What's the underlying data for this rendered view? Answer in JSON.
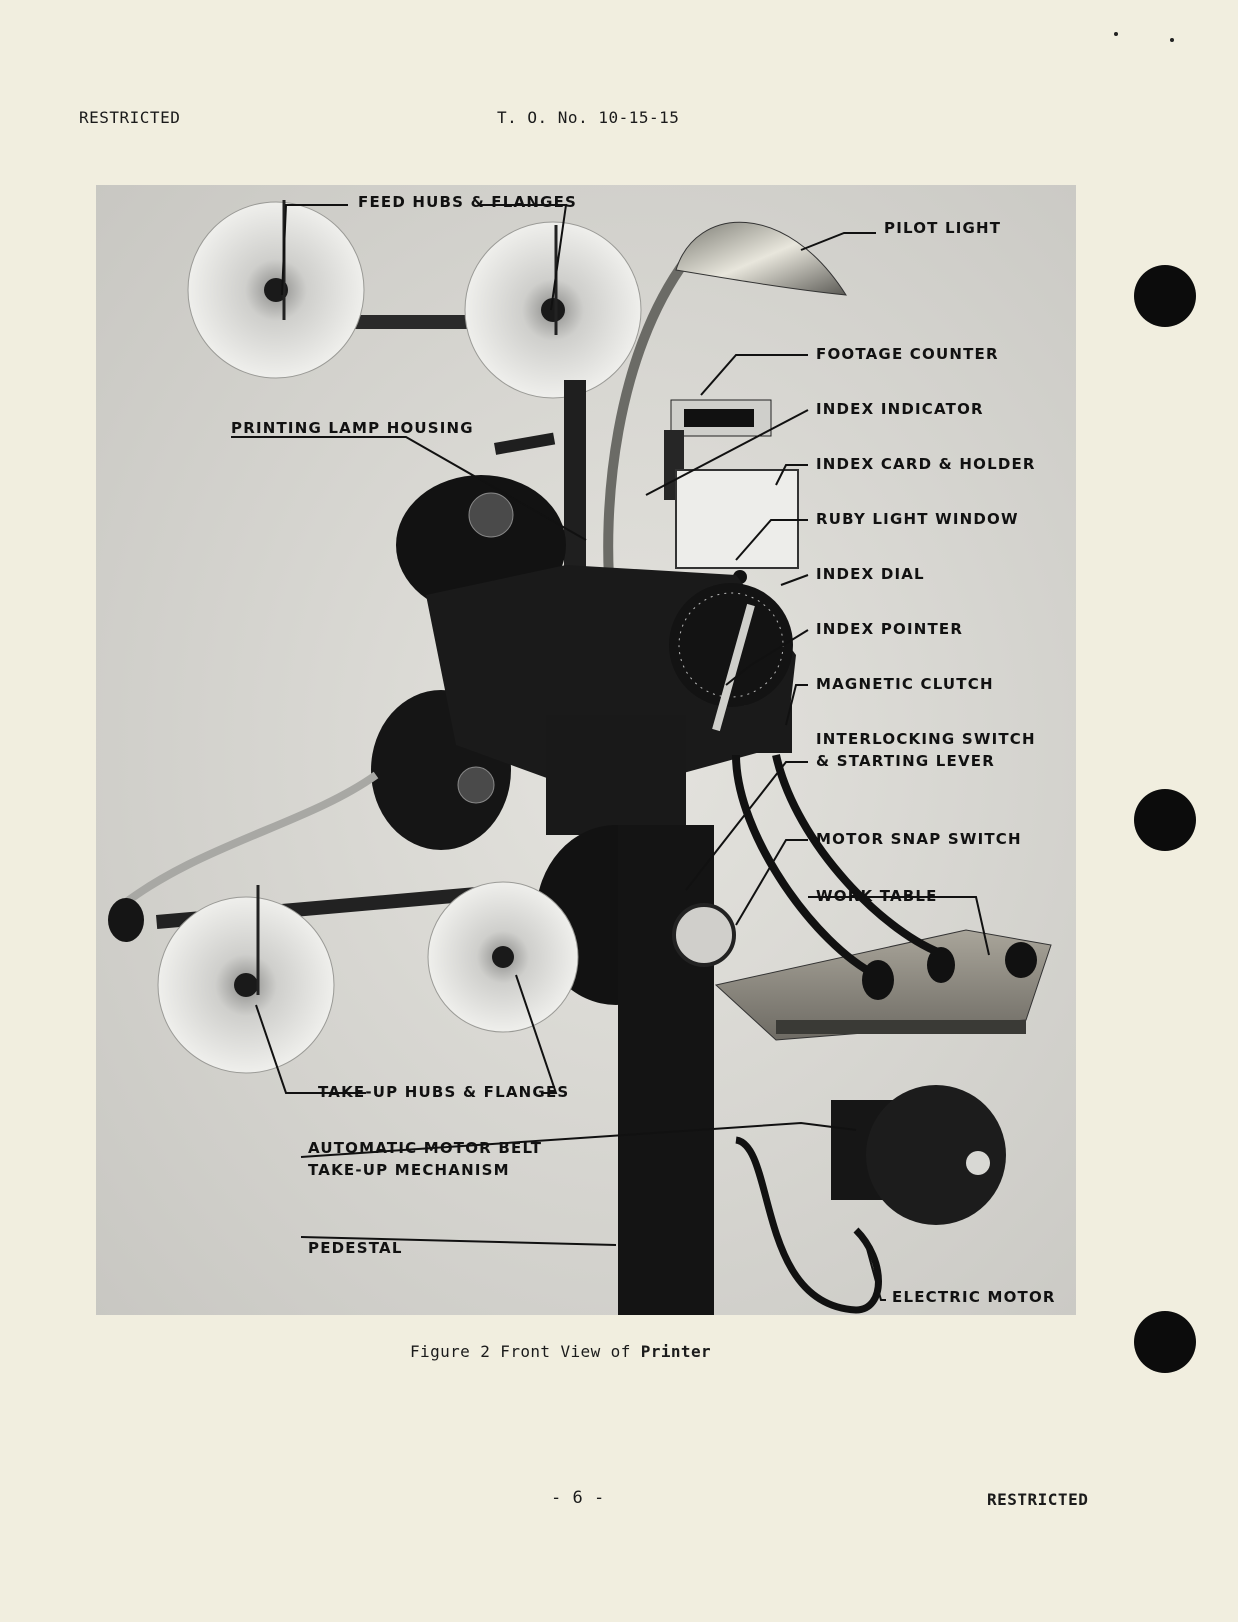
{
  "header": {
    "left": "RESTRICTED",
    "center": "T. O. No. 10-15-15"
  },
  "figure": {
    "labels": {
      "feed_hubs": "FEED HUBS & FLANGES",
      "pilot_light": "PILOT LIGHT",
      "footage_counter": "FOOTAGE COUNTER",
      "printing_lamp": "PRINTING LAMP HOUSING",
      "index_indicator": "INDEX INDICATOR",
      "index_card": "INDEX CARD & HOLDER",
      "ruby_light": "RUBY LIGHT WINDOW",
      "index_dial": "INDEX DIAL",
      "index_pointer": "INDEX POINTER",
      "magnetic_clutch": "MAGNETIC CLUTCH",
      "interlocking_1": "INTERLOCKING SWITCH",
      "interlocking_2": "& STARTING LEVER",
      "motor_snap": "MOTOR SNAP SWITCH",
      "work_table": "WORK TABLE",
      "takeup_hubs": "TAKE-UP HUBS & FLANGES",
      "belt_1": "AUTOMATIC MOTOR BELT",
      "belt_2": "TAKE-UP MECHANISM",
      "pedestal": "PEDESTAL",
      "electric_motor": "ELECTRIC MOTOR"
    },
    "caption_prefix": "Figure 2 Front View of",
    "caption_bold": "Printer"
  },
  "footer": {
    "page": "- 6 -",
    "right": "RESTRICTED"
  }
}
